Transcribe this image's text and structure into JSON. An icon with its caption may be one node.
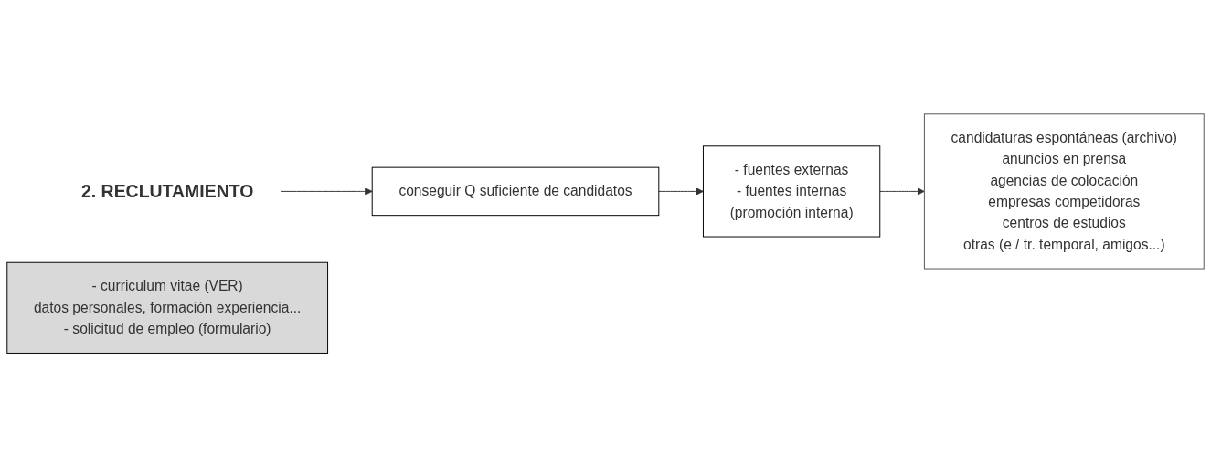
{
  "diagram": {
    "nodes": [
      {
        "text": [
          "2. RECLUTAMIENTO"
        ]
      },
      {
        "text": [
          "conseguir Q suficiente de candidatos"
        ]
      },
      {
        "text": [
          "- fuentes externas",
          "- fuentes internas",
          "(promoción interna)"
        ]
      },
      {
        "text": [
          "candidaturas espontáneas (archivo)",
          "anuncios en prensa",
          "agencias de colocación",
          "empresas competidoras",
          "centros de estudios",
          "otras (e / tr. temporal, amigos...)"
        ]
      },
      {
        "text": [
          "- curriculum vitae (VER)",
          "datos personales, formación experiencia...",
          "- solicitud de empleo (formulario)"
        ]
      }
    ],
    "edges": [
      {
        "from": 0,
        "to": 1,
        "arrow": "to"
      },
      {
        "from": 1,
        "to": 2,
        "arrow": "to"
      },
      {
        "from": 2,
        "to": 3,
        "arrow": "to"
      }
    ]
  }
}
